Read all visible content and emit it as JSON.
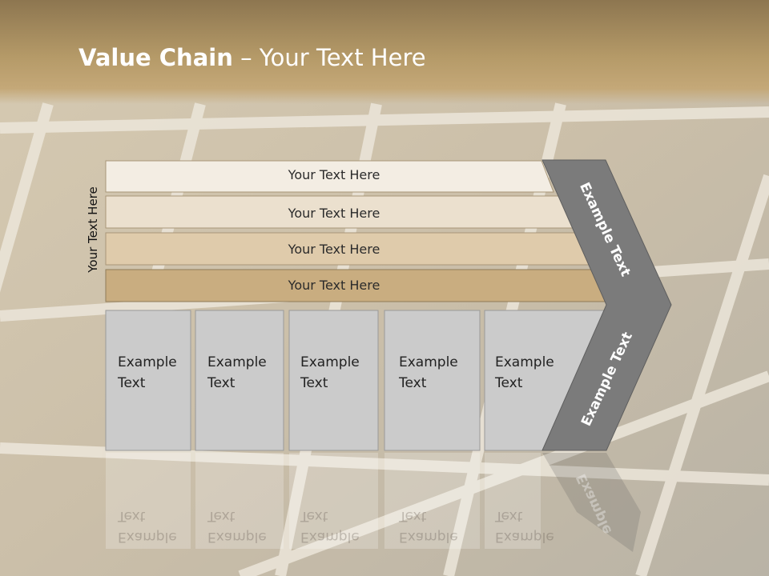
{
  "title": {
    "bold": "Value Chain",
    "rest": " – Your Text Here"
  },
  "side_label": "Your Text Here",
  "bands": [
    {
      "label": "Your Text Here"
    },
    {
      "label": "Your Text Here"
    },
    {
      "label": "Your Text Here"
    },
    {
      "label": "Your Text Here"
    }
  ],
  "boxes": [
    {
      "line1": "Example",
      "line2": "Text"
    },
    {
      "line1": "Example",
      "line2": "Text"
    },
    {
      "line1": "Example",
      "line2": "Text"
    },
    {
      "line1": "Example",
      "line2": "Text"
    },
    {
      "line1": "Example",
      "line2": "Text"
    }
  ],
  "chevron": {
    "upper": "Example Text",
    "lower": "Example Text",
    "reflection": "Example"
  },
  "colors": {
    "band_1": "#f3ede3",
    "band_2": "#ebe0ce",
    "band_3": "#dfcbab",
    "band_4": "#c9ad80",
    "box_fill": "#cbcbcb",
    "chevron_fill": "#7b7b7b",
    "title_bar": "#b59a68"
  }
}
